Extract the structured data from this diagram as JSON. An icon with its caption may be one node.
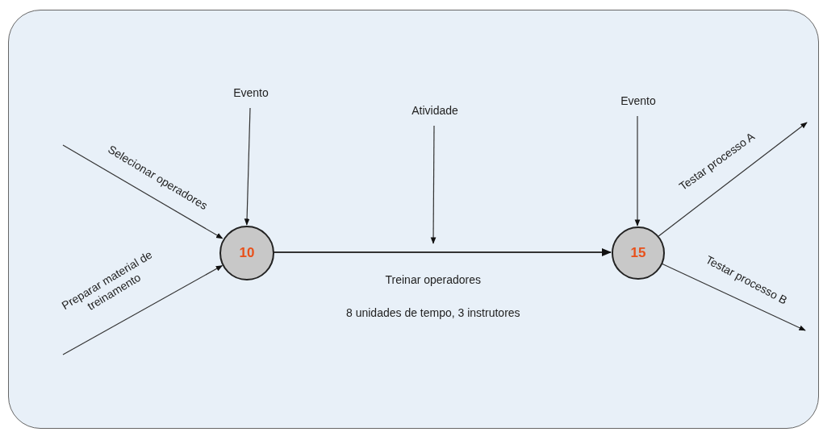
{
  "diagram": {
    "nodes": [
      {
        "text": [],
        "shape": "box"
      },
      {
        "text": [
          "10"
        ],
        "in": 0
      },
      {
        "text": [
          "15"
        ],
        "in": 0
      },
      {
        "text": [
          "Evento"
        ],
        "in": 0
      },
      {
        "text": [
          "Atividade"
        ],
        "in": 0
      },
      {
        "text": [
          "Evento"
        ],
        "in": 0
      }
    ],
    "edges": [
      {
        "from": null,
        "to": 1,
        "arrow": "to",
        "label": "Selecionar operadores"
      },
      {
        "from": null,
        "to": 1,
        "arrow": "to",
        "label": "Preparar material de treinamento"
      },
      {
        "from": 3,
        "to": 1,
        "arrow": "to"
      },
      {
        "from": 1,
        "to": 2,
        "arrow": "to",
        "label": "Treinar operadores"
      },
      {
        "from": 4,
        "to": null,
        "arrow": "to"
      },
      {
        "from": 5,
        "to": 2,
        "arrow": "to"
      },
      {
        "from": 2,
        "to": null,
        "arrow": "to",
        "label": "Testar processo A"
      },
      {
        "from": 2,
        "to": null,
        "arrow": "to",
        "label": "Testar processo B"
      }
    ],
    "labels": [
      "8 unidades de tempo, 3 instrutores"
    ]
  }
}
